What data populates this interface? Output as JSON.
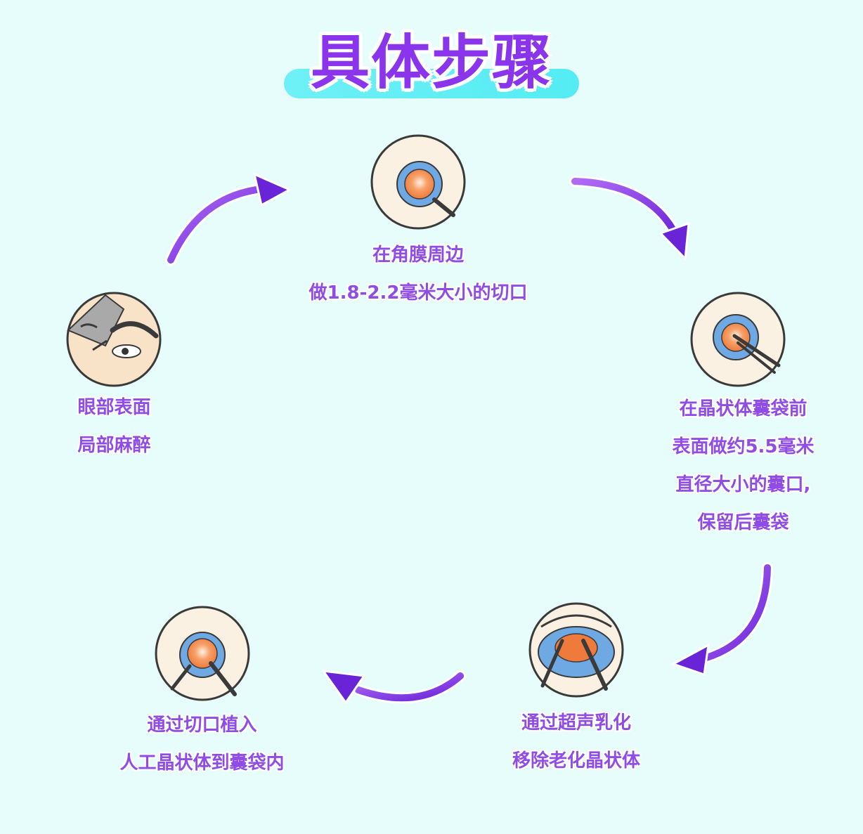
{
  "title": "具体步骤",
  "colors": {
    "title": "#8a34ec",
    "text": "#8f4ce6",
    "bar": "#5cedf4",
    "arrow": "#7a2ee0"
  },
  "steps": [
    {
      "icon": "eye-drop-icon",
      "lines": [
        "眼部表面",
        "局部麻醉"
      ]
    },
    {
      "icon": "cornea-incision-icon",
      "lines": [
        "在角膜周边",
        "做1.8-2.2毫米大小的切口"
      ]
    },
    {
      "icon": "capsule-forceps-icon",
      "lines": [
        "在晶状体囊袋前",
        "表面做约5.5毫米",
        "直径大小的囊口,",
        "保留后囊袋"
      ]
    },
    {
      "icon": "phaco-emulsification-icon",
      "lines": [
        "通过超声乳化",
        "移除老化晶状体"
      ]
    },
    {
      "icon": "lens-implant-icon",
      "lines": [
        "通过切口植入",
        "人工晶状体到囊袋内"
      ]
    }
  ]
}
